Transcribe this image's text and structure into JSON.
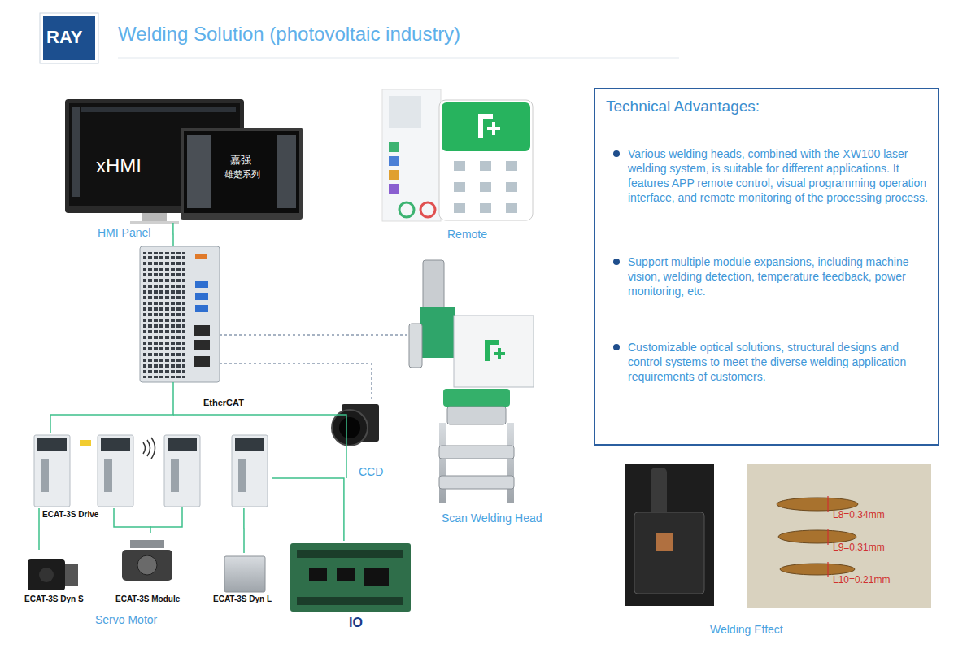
{
  "diagram": {
    "title": "Welding Solution (photovoltaic industry)",
    "nodes": [
      {
        "text": [
          "HMI Panel"
        ]
      },
      {
        "text": [
          "Remote"
        ]
      },
      {
        "text": [
          "Technical Advantages:",
          "Various welding heads, combined with the XW100 laser welding system, is suitable for different applications. It features APP remote control, visual programming operation interface, and remote monitoring of the processing process.",
          "Support multiple module expansions, including machine vision, welding detection, temperature feedback, power monitoring, etc.",
          "Customizable optical solutions, structural designs and control systems to meet the diverse welding application requirements of customers."
        ]
      },
      {
        "text": [
          "EtherCAT"
        ]
      },
      {
        "text": [
          "Scan Welding Head"
        ]
      },
      {
        "text": [
          "CCD"
        ]
      },
      {
        "text": [
          "ECAT-3S Drive"
        ]
      },
      {
        "text": [
          "ECAT-3S Dyn S"
        ]
      },
      {
        "text": [
          "ECAT-3S Module"
        ]
      },
      {
        "text": [
          "ECAT-3S Dyn L"
        ]
      },
      {
        "text": [
          "IO"
        ]
      },
      {
        "text": [
          "Welding Effect"
        ]
      }
    ],
    "edges": [
      {
        "from": 0,
        "to": 3,
        "arrow": "none"
      },
      {
        "from": 3,
        "to": 4,
        "arrow": "none"
      },
      {
        "from": 3,
        "to": 5,
        "arrow": "none"
      },
      {
        "from": 3,
        "to": 6,
        "arrow": "none"
      },
      {
        "from": 6,
        "to": 10,
        "arrow": "none"
      },
      {
        "from": 6,
        "to": 7,
        "arrow": "none"
      },
      {
        "from": 6,
        "to": 8,
        "arrow": "none"
      },
      {
        "from": 6,
        "to": 9,
        "arrow": "none"
      }
    ],
    "labels": [
      "RAY",
      "xHMI",
      "嘉强",
      "雄楚系列",
      "Servo Motor",
      "L8=0.34mm",
      "L9=0.31mm",
      "L10=0.21mm"
    ]
  }
}
